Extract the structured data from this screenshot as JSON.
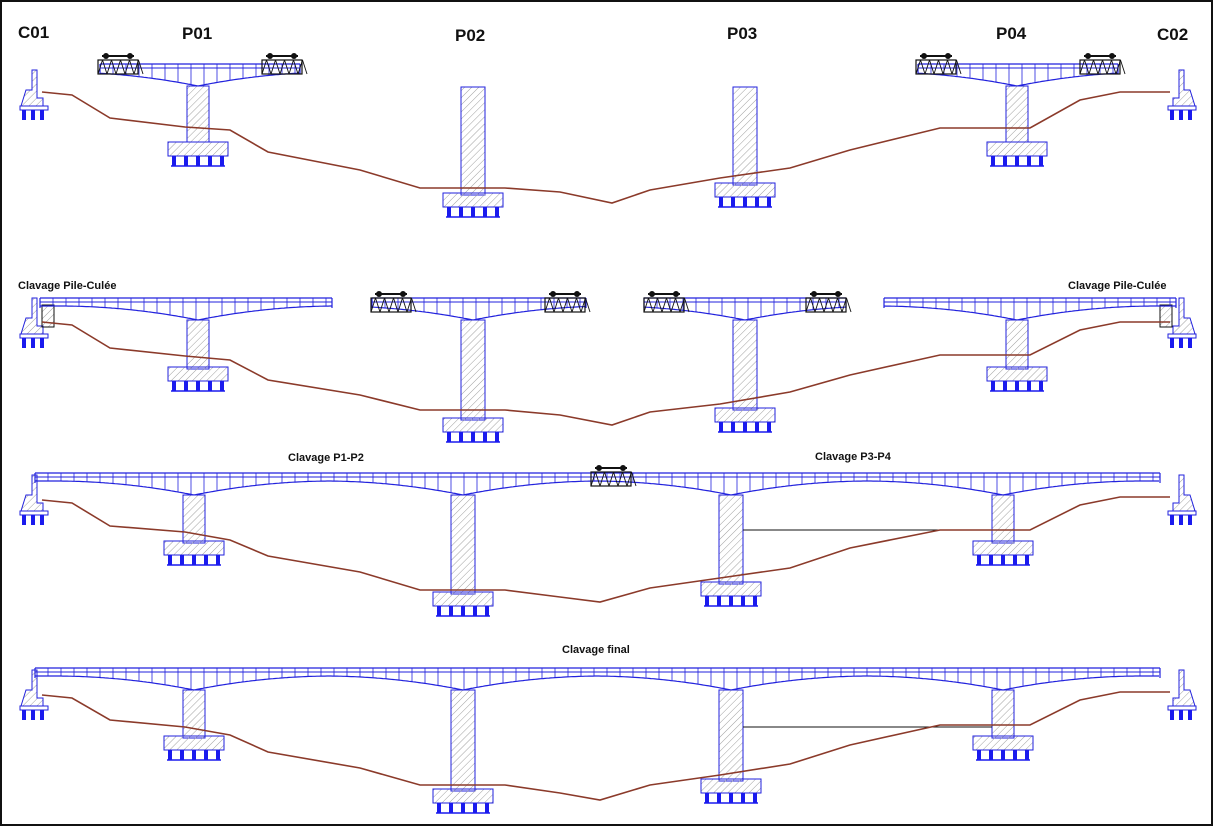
{
  "colors": {
    "structure": "#2222dd",
    "ground": "#8b3a2a",
    "hatch": "#999999",
    "pile": "#1a1aee",
    "border": "#111111"
  },
  "labels": {
    "c01": "C01",
    "p01": "P01",
    "p02": "P02",
    "p03": "P03",
    "p04": "P04",
    "c02": "C02",
    "clavage_left": "Clavage Pile-Culée",
    "clavage_right": "Clavage Pile-Culée",
    "clavage_p1p2": "Clavage P1-P2",
    "clavage_p3p4": "Clavage P3-P4",
    "clavage_final": "Clavage final"
  }
}
